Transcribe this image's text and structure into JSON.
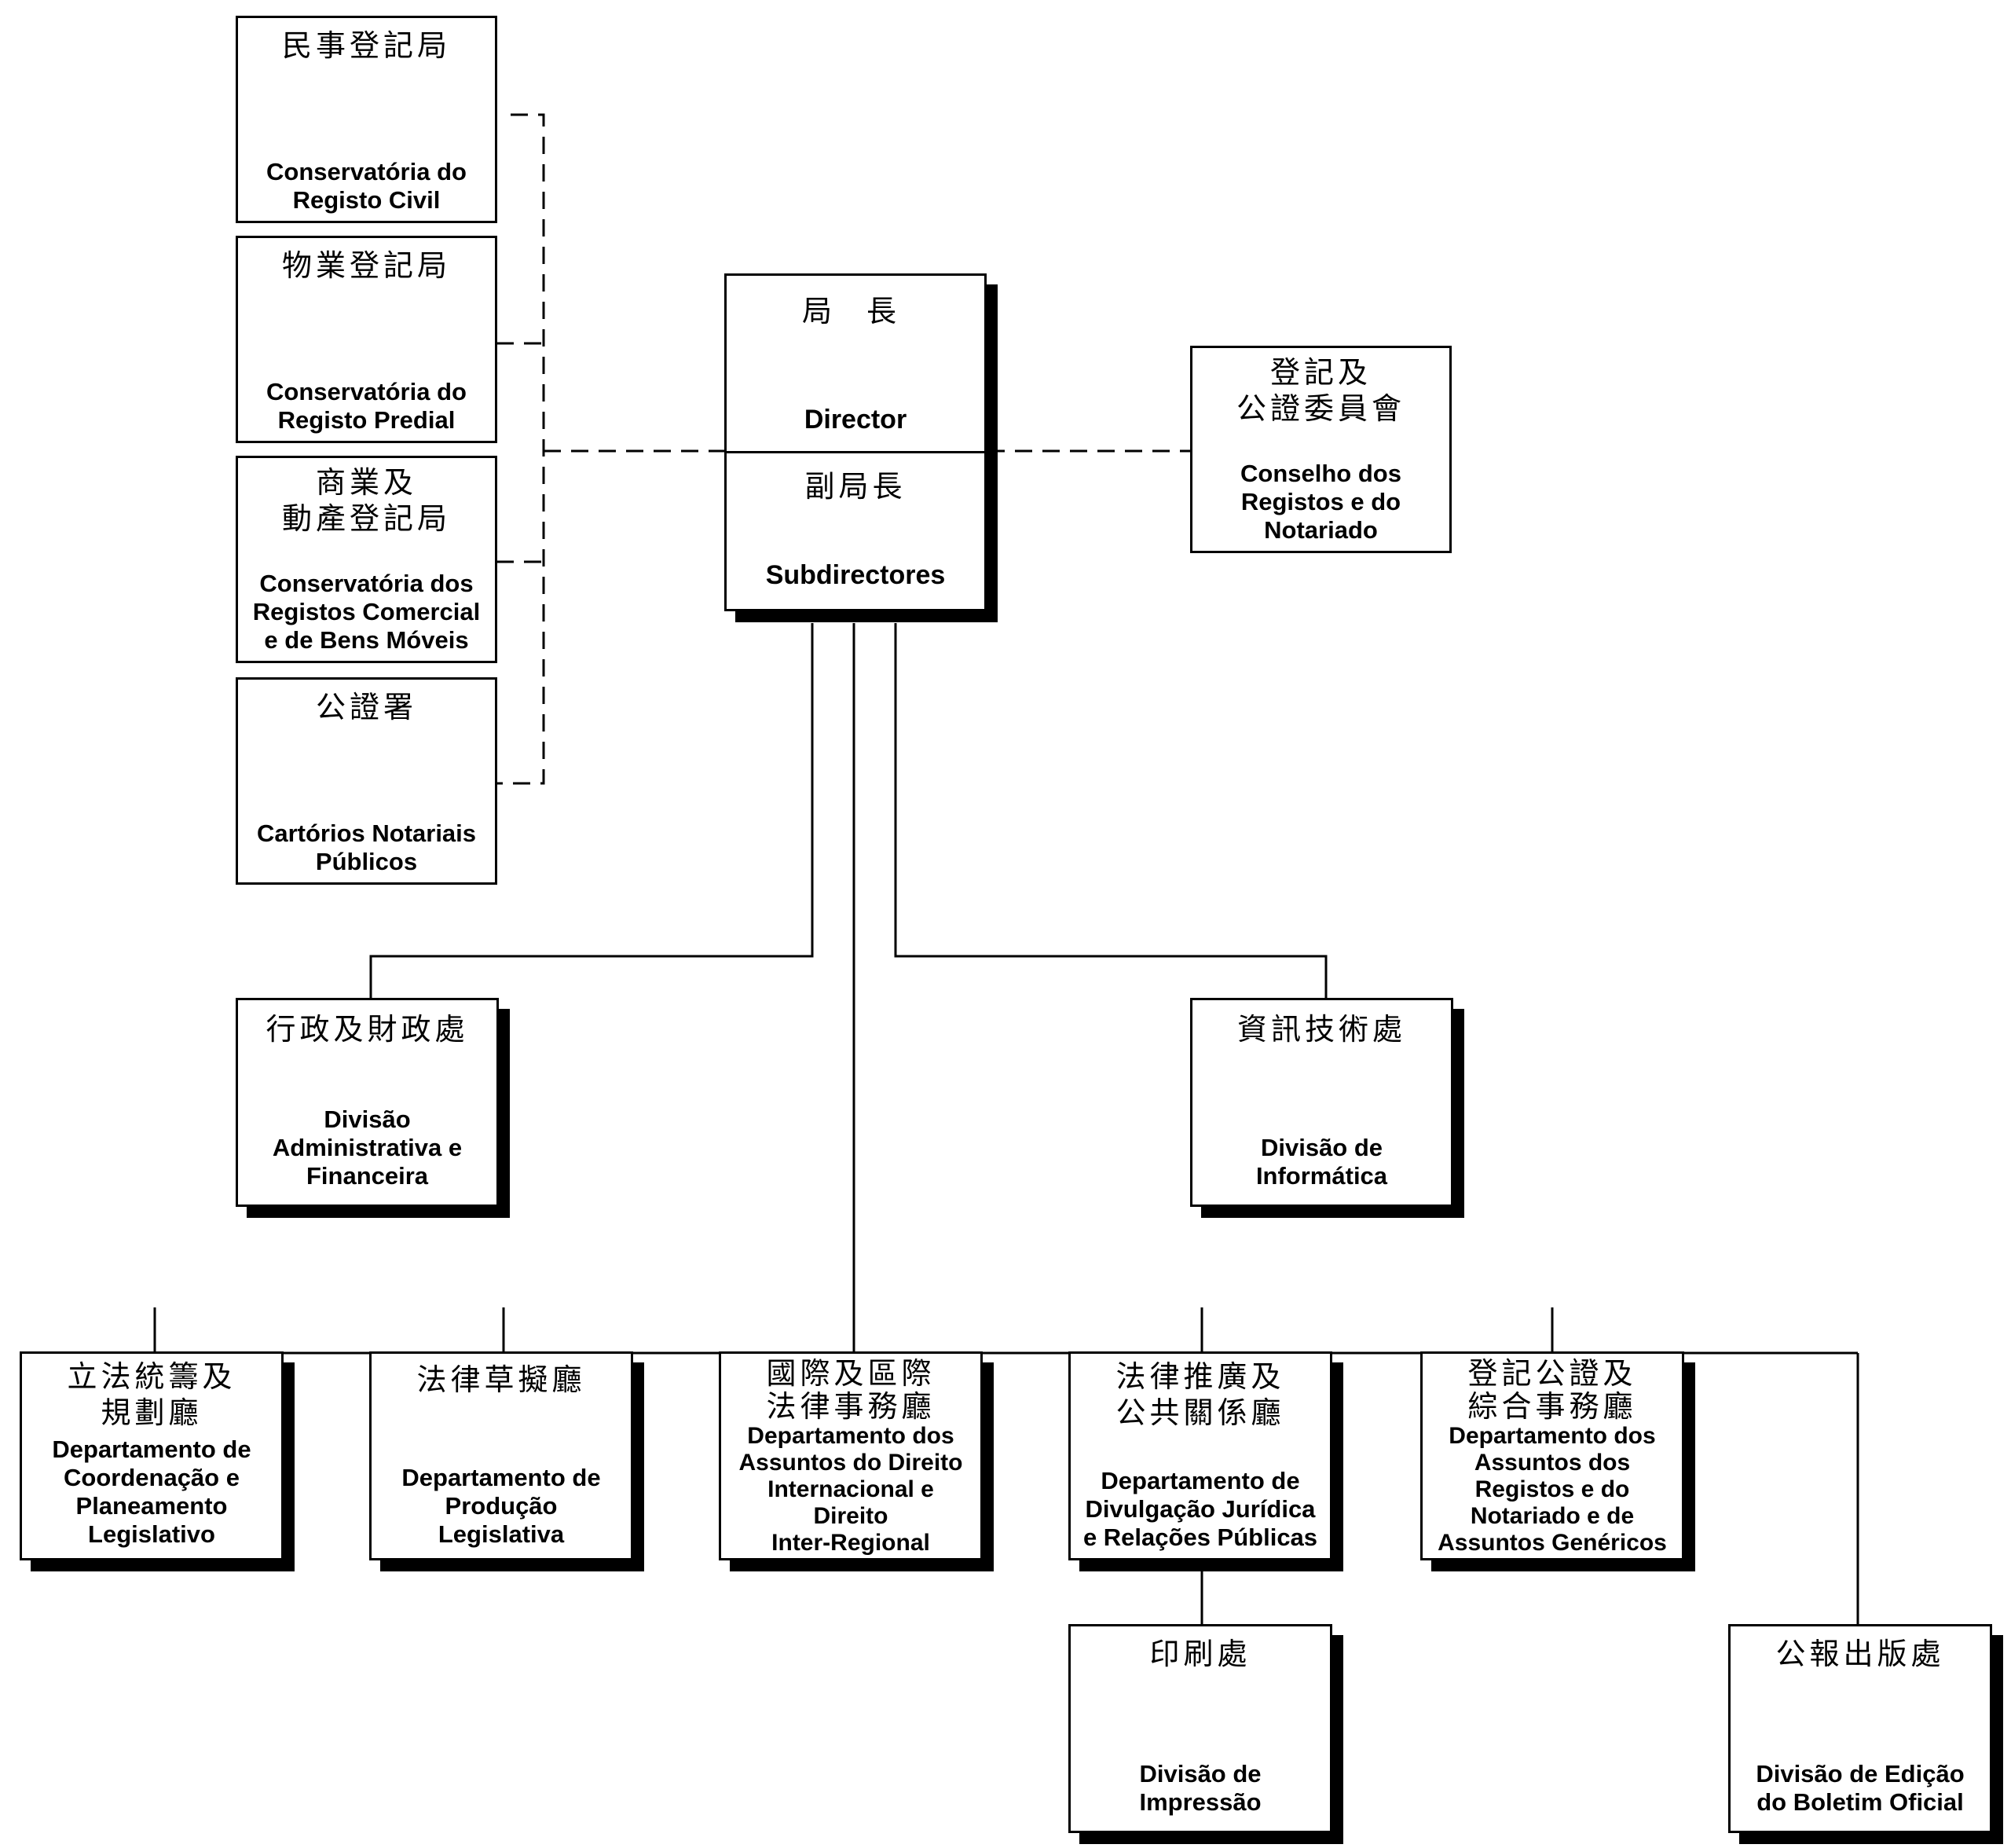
{
  "director": {
    "zh": "局 長",
    "pt": "Director",
    "deputy_zh": "副局長",
    "deputy_pt": "Subdirectores"
  },
  "registries": [
    {
      "zh": "民事登記局",
      "pt": "Conservatória do\nRegisto Civil"
    },
    {
      "zh": "物業登記局",
      "pt": "Conservatória do\nRegisto Predial"
    },
    {
      "zh": "商業及\n動產登記局",
      "pt": "Conservatória dos\nRegistos Comercial\ne de Bens Móveis"
    },
    {
      "zh": "公證署",
      "pt": "Cartórios Notariais\nPúblicos"
    }
  ],
  "council": {
    "zh": "登記及\n公證委員會",
    "pt": "Conselho dos\nRegistos e do\nNotariado"
  },
  "divisions": [
    {
      "zh": "行政及財政處",
      "pt": "Divisão\nAdministrativa e\nFinanceira"
    },
    {
      "zh": "資訊技術處",
      "pt": "Divisão de\nInformática"
    }
  ],
  "departments": [
    {
      "zh": "立法統籌及\n規劃廳",
      "pt": "Departamento de\nCoordenação e\nPlaneamento\nLegislativo"
    },
    {
      "zh": "法律草擬廳",
      "pt": "Departamento de\nProdução\nLegislativa"
    },
    {
      "zh": "國際及區際\n法律事務廳",
      "pt": "Departamento dos\nAssuntos do Direito\nInternacional e\nDireito\nInter-Regional"
    },
    {
      "zh": "法律推廣及\n公共關係廳",
      "pt": "Departamento de\nDivulgação Jurídica\ne Relações Públicas"
    },
    {
      "zh": "登記公證及\n綜合事務廳",
      "pt": "Departamento dos\nAssuntos dos\nRegistos e do\nNotariado e de\nAssuntos Genéricos"
    }
  ],
  "printing": {
    "zh": "印刷處",
    "pt": "Divisão de\nImpressão"
  },
  "gazette": {
    "zh": "公報出版處",
    "pt": "Divisão de Edição\ndo Boletim Oficial"
  }
}
